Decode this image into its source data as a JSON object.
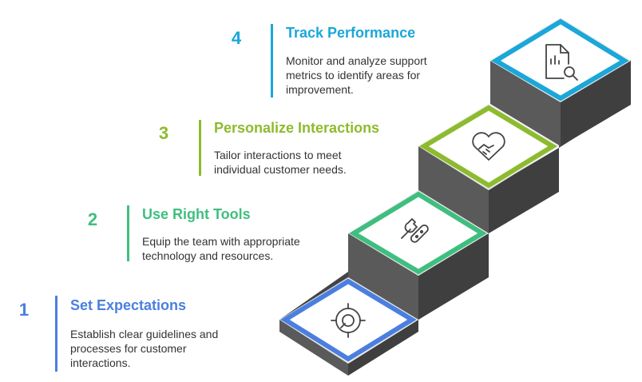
{
  "steps": [
    {
      "number": "1",
      "title": "Set Expectations",
      "description": "Establish clear guidelines and processes for customer interactions.",
      "color": "#4a7fe0",
      "icon": "target-icon"
    },
    {
      "number": "2",
      "title": "Use Right Tools",
      "description": "Equip the team with appropriate technology and resources.",
      "color": "#3fbf7f",
      "icon": "tools-icon"
    },
    {
      "number": "3",
      "title": "Personalize Interactions",
      "description": "Tailor interactions to meet individual customer needs.",
      "color": "#8dbb2e",
      "icon": "handshake-heart-icon"
    },
    {
      "number": "4",
      "title": "Track Performance",
      "description": "Monitor and analyze support metrics to identify areas for improvement.",
      "color": "#1aa7d9",
      "icon": "report-search-icon"
    }
  ],
  "colors": {
    "stair_top": "#e9e9e9",
    "stair_front": "#5a5a5a",
    "stair_side": "#444444",
    "tile_fill": "#ffffff",
    "icon_stroke": "#444444"
  }
}
